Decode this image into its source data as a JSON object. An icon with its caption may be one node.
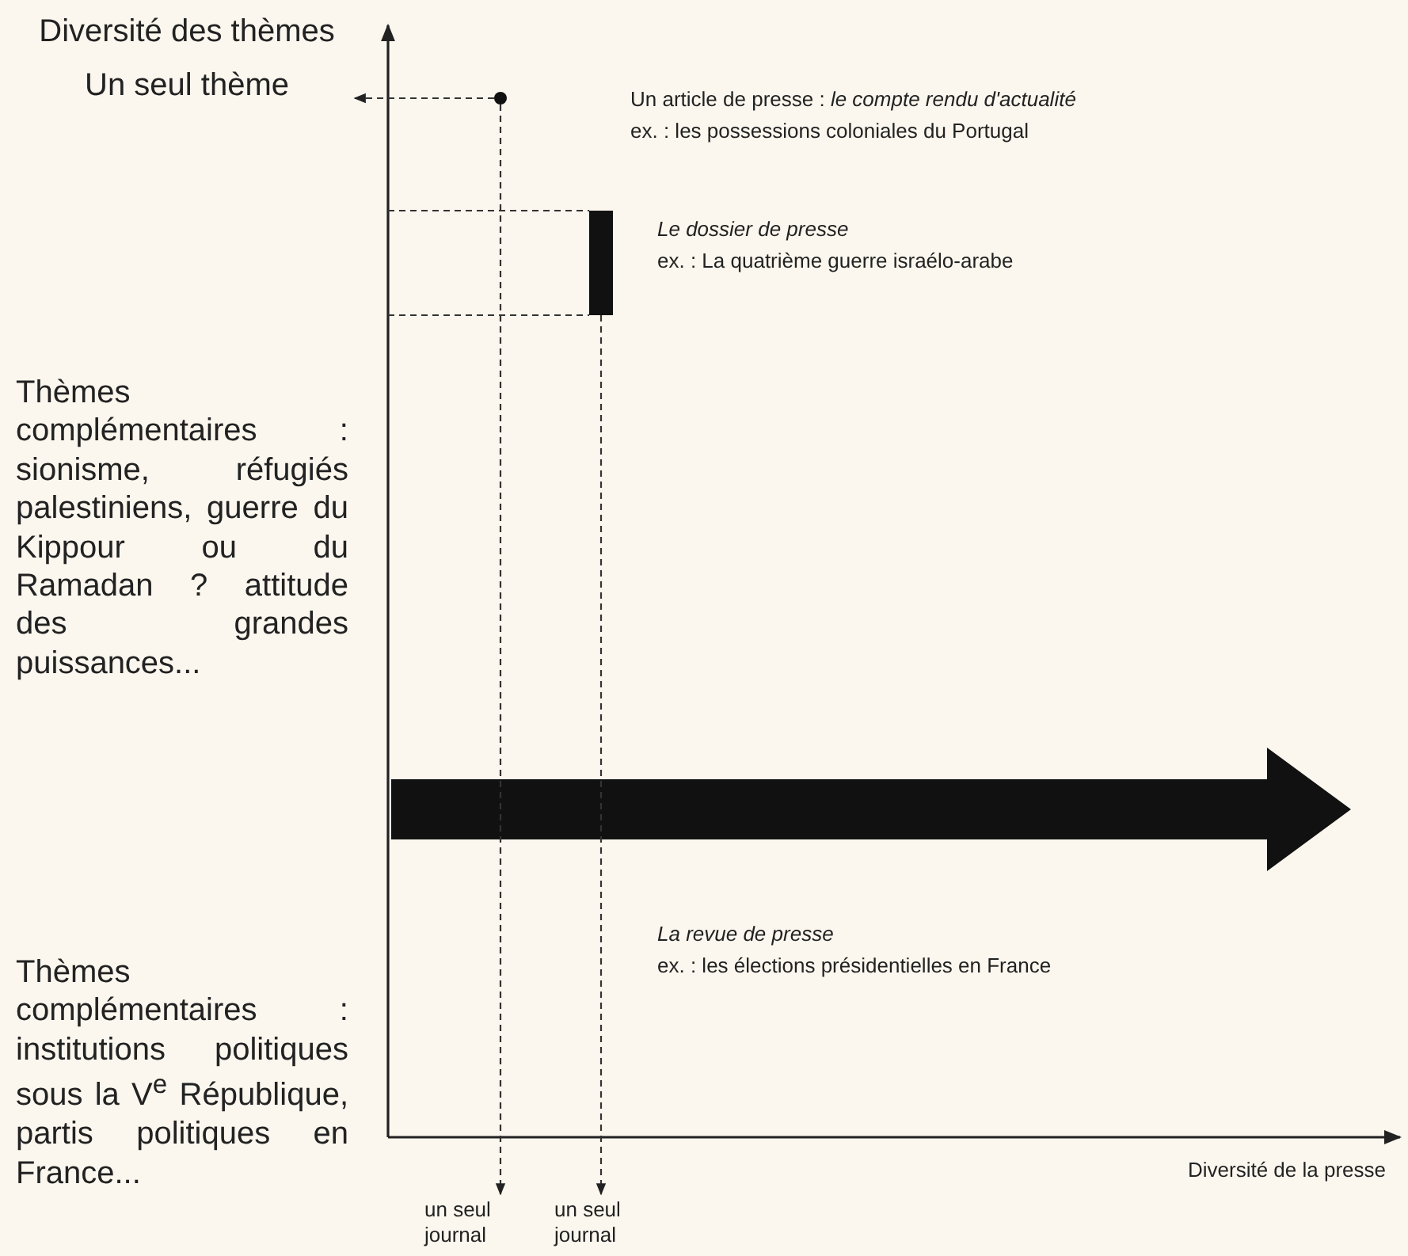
{
  "diagram": {
    "nodes": [
      {
        "text": [
          "Un seul thème"
        ]
      },
      {
        "text": [
          "un seul journal"
        ]
      },
      {
        "text": [
          "un seul journal"
        ]
      },
      {
        "text": [],
        "shape": "circle"
      },
      {
        "text": [],
        "shape": "bar"
      }
    ],
    "edges": [
      {
        "from": 3,
        "to": 0,
        "arrow": "to",
        "style": "dashed"
      },
      {
        "from": 3,
        "to": 1,
        "arrow": "to",
        "style": "dashed"
      },
      {
        "from": 4,
        "to": 2,
        "arrow": "to",
        "style": "dashed"
      }
    ],
    "labels": [
      "Diversité des thèmes",
      "Un article de presse : *le compte rendu d'actualité*",
      "ex. : les possessions coloniales du Portugal",
      "Le dossier de presse",
      "ex. : La quatrième guerre israélo-arabe",
      "Thèmes complémentaires : sionisme, réfugiés palestiniens, guerre du Kippour ou du Ramadan ? attitude des grandes puissances...",
      "La revue de presse",
      "ex. : les élections présidentielles en France",
      "Thèmes complémentaires : institutions politiques sous la V$^{e}$ République, partis politiques en France...",
      "Diversité de la presse"
    ]
  }
}
